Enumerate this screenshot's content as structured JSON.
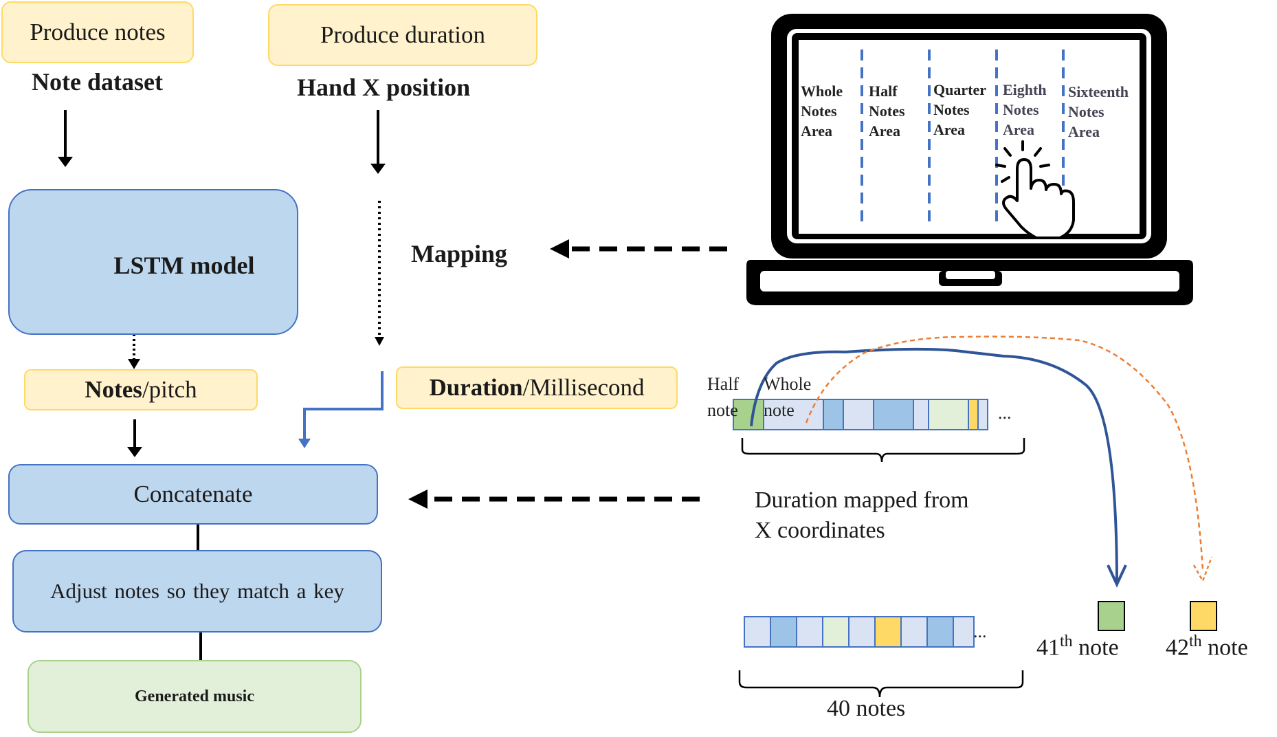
{
  "top_boxes": {
    "produce_notes": "Produce notes",
    "produce_duration": "Produce duration"
  },
  "left_column": {
    "note_dataset": "Note dataset",
    "lstm_model": "LSTM model",
    "notes_pitch_bold": "Notes",
    "notes_pitch_rest": "/pitch",
    "concatenate": "Concatenate",
    "adjust_notes": "Adjust notes so they match a key",
    "generated_music": "Generated music"
  },
  "middle_column": {
    "hand_x_position": "Hand X position",
    "mapping": "Mapping",
    "duration_bold": "Duration",
    "duration_rest": "/Millisecond"
  },
  "laptop": {
    "areas": [
      {
        "line1": "Whole",
        "line2": "Notes",
        "line3": "Area"
      },
      {
        "line1": "Half",
        "line2": "Notes",
        "line3": "Area"
      },
      {
        "line1": "Quarter",
        "line2": "Notes",
        "line3": "Area"
      },
      {
        "line1": "Eighth",
        "line2": "Notes",
        "line3": "Area"
      },
      {
        "line1": "Sixteenth",
        "line2": "Notes",
        "line3": "Area"
      }
    ]
  },
  "duration_sequence": {
    "half_label_1": "Half",
    "half_label_2": "note",
    "whole_label_1": "Whole",
    "whole_label_2": "note",
    "ellipsis": "...",
    "caption_line1": "Duration mapped from",
    "caption_line2": "X coordinates"
  },
  "notes_sequence": {
    "ellipsis": "...",
    "caption": "40 notes",
    "note41_num": "41",
    "note41_sup": "th",
    "note41_word": " note",
    "note42_num": "42",
    "note42_sup": "th",
    "note42_word": " note"
  },
  "colors": {
    "light_blue_fill": "#bdd7ee",
    "blue_border": "#4472c4",
    "yellow_fill": "#fff2cc",
    "yellow_border": "#ffd966",
    "green_fill": "#e2f0d9",
    "green_border": "#a9d18e",
    "dark_blue_arrow": "#2f5597",
    "orange_arrow": "#ed7d31",
    "cell_light": "#dae3f3",
    "cell_mid": "#9dc3e6",
    "cell_green": "#a9d18e",
    "cell_yellow": "#ffd966"
  }
}
